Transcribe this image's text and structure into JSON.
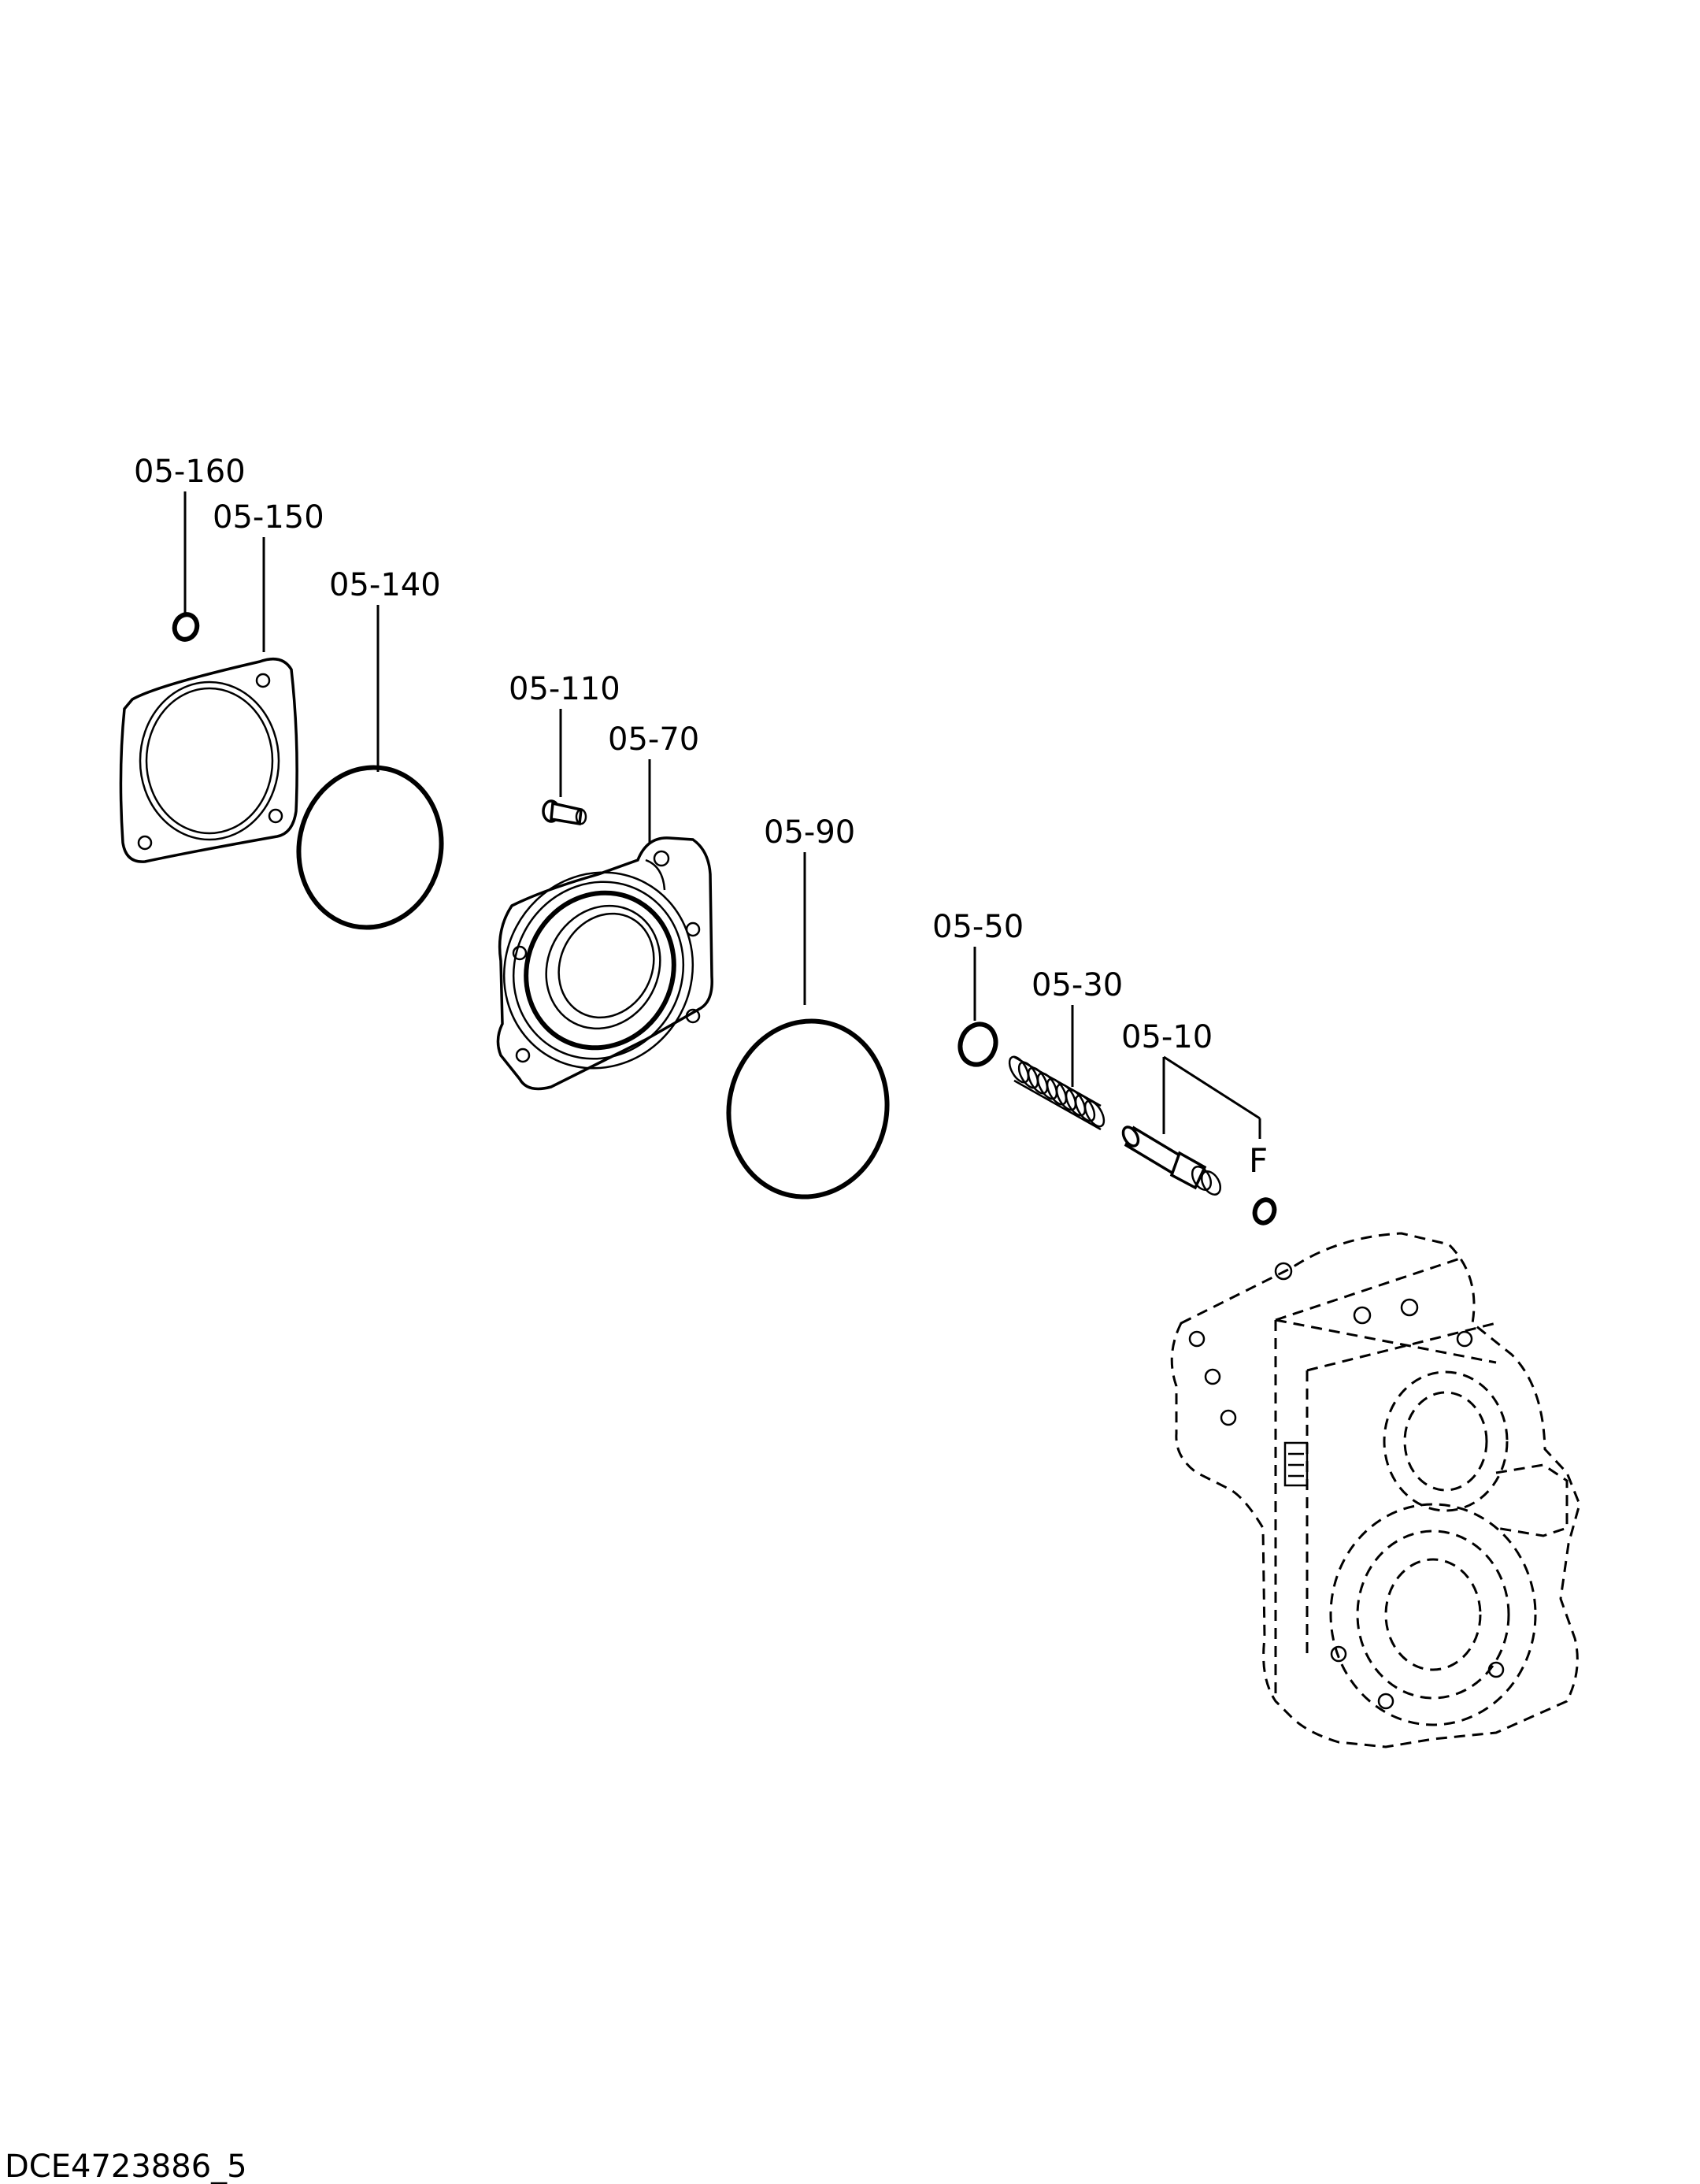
{
  "callouts": {
    "c05_160": "05-160",
    "c05_150": "05-150",
    "c05_140": "05-140",
    "c05_110": "05-110",
    "c05_70": "05-70",
    "c05_90": "05-90",
    "c05_50": "05-50",
    "c05_30": "05-30",
    "c05_10": "05-10",
    "ref_f": "F"
  },
  "drawing_id": "DCE4723886_5"
}
